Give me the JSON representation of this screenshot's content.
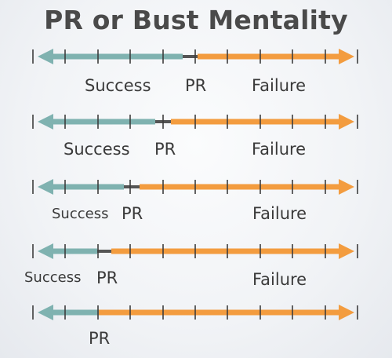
{
  "title": "PR or Bust Mentality",
  "colors": {
    "success": "#7fb2b0",
    "failure": "#f39c3f",
    "pr_segment": "#555555",
    "tick": "#3d3d3d",
    "title": "#4a4a4a",
    "text": "#3a3a3a"
  },
  "rows": [
    {
      "success": "Success",
      "pr": "PR",
      "failure": "Failure"
    },
    {
      "success": "Success",
      "pr": "PR",
      "failure": "Failure"
    },
    {
      "success": "Success",
      "pr": "PR",
      "failure": "Failure"
    },
    {
      "success": "Success",
      "pr": "PR",
      "failure": "Failure"
    },
    {
      "success": "",
      "pr": "PR",
      "failure": ""
    }
  ]
}
